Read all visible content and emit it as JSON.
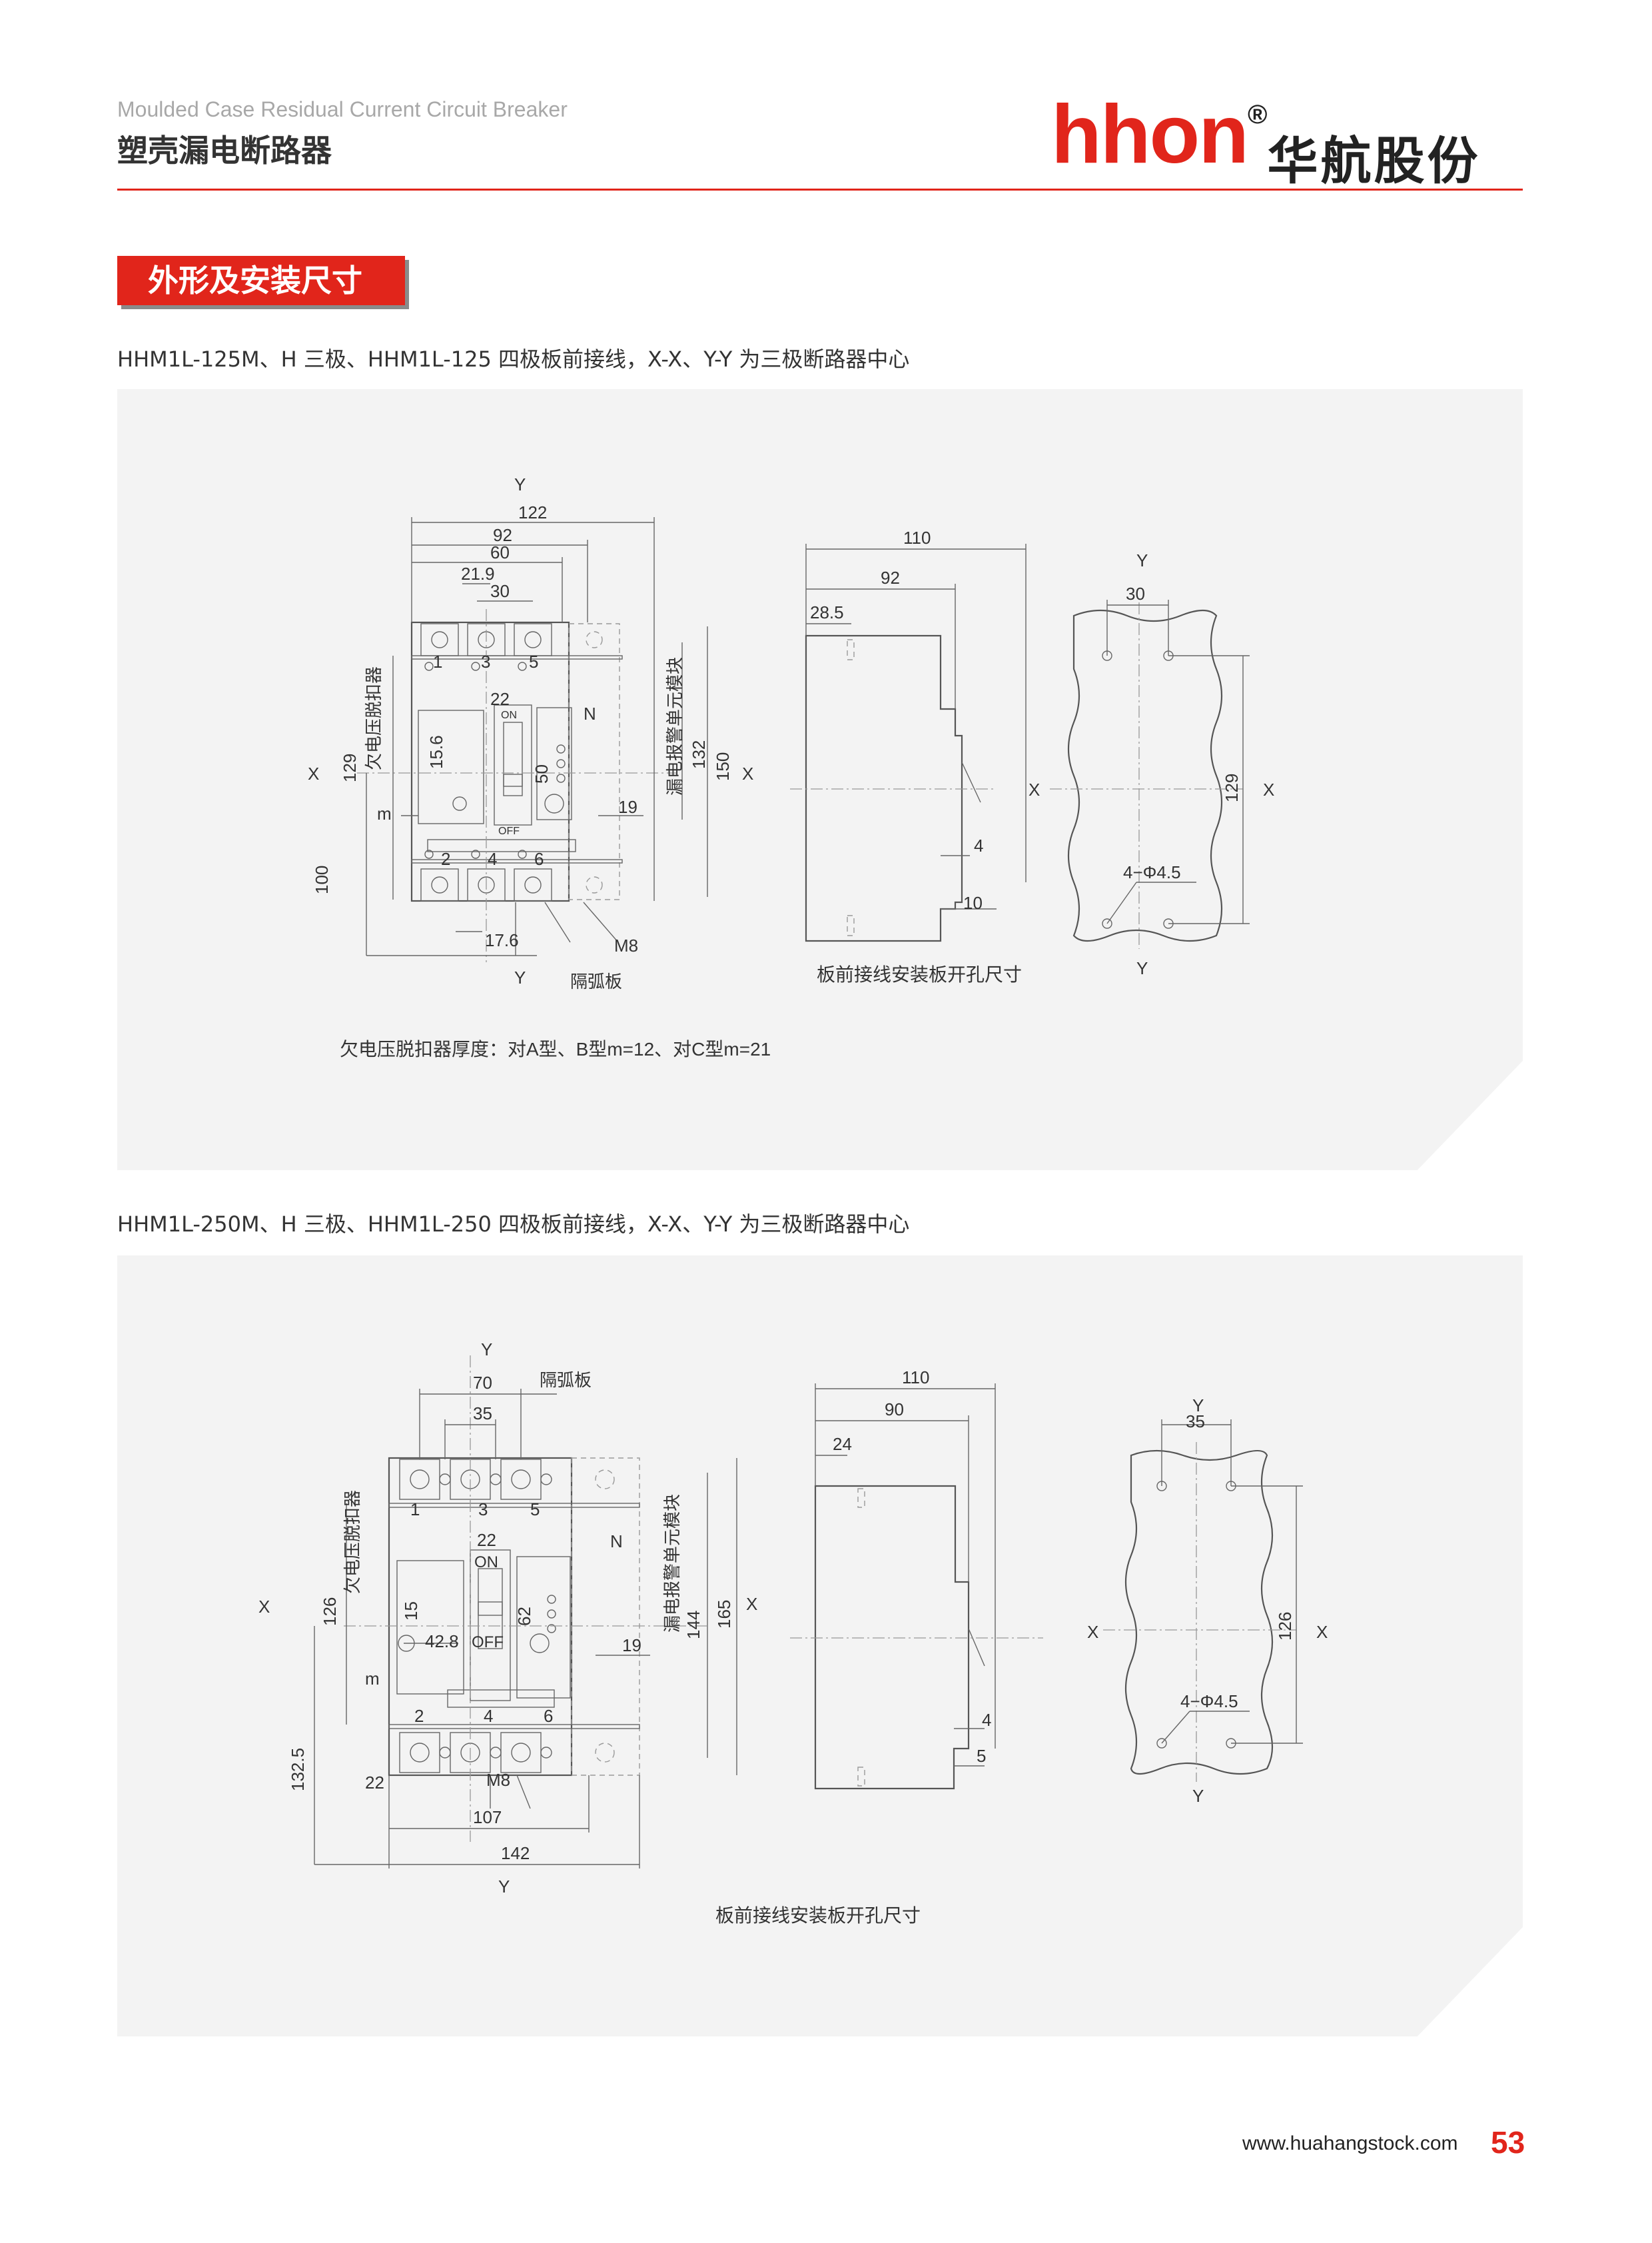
{
  "header": {
    "subtitle_en": "Moulded Case Residual Current Circuit Breaker",
    "title_cn": "塑壳漏电断路器",
    "logo_mark": "hhon",
    "logo_reg": "®",
    "logo_cn": "华航股份"
  },
  "section_title": "外形及安装尺寸",
  "fig1": {
    "caption": "HHM1L-125M、H 三极、HHM1L-125 四极板前接线，X-X、Y-Y 为三极断路器中心",
    "dims": {
      "d122": "122",
      "d92": "92",
      "d60": "60",
      "d21_9": "21.9",
      "d30": "30",
      "d22": "22",
      "d15_6": "15.6",
      "d50": "50",
      "d129": "129",
      "d100": "100",
      "d132": "132",
      "d150": "150",
      "d19": "19",
      "d17_6": "17.6",
      "m8": "M8",
      "m": "m"
    },
    "labels": {
      "y": "Y",
      "x": "X",
      "n": "N",
      "t1": "1",
      "t3": "3",
      "t5": "5",
      "t2": "2",
      "t4": "4",
      "t6": "6",
      "on": "ON",
      "off": "OFF",
      "undervoltage": "欠电压脱扣器",
      "leakage": "漏电报警单元模块",
      "arc": "隔弧板"
    },
    "side": {
      "d110": "110",
      "d92": "92",
      "d28_5": "28.5",
      "d4": "4",
      "d10": "10"
    },
    "cutout": {
      "d30": "30",
      "d129": "129",
      "holes": "4−Φ4.5",
      "caption": "板前接线安装板开孔尺寸"
    },
    "note": "欠电压脱扣器厚度：对A型、B型m=12、对C型m=21"
  },
  "fig2": {
    "caption": "HHM1L-250M、H 三极、HHM1L-250 四极板前接线，X-X、Y-Y 为三极断路器中心",
    "dims": {
      "d70": "70",
      "d35": "35",
      "d22": "22",
      "d15": "15",
      "d62": "62",
      "d42_8": "42.8",
      "d126": "126",
      "d132_5": "132.5",
      "d144": "144",
      "d165": "165",
      "d19": "19",
      "d22b": "22",
      "d107": "107",
      "d142": "142",
      "m8": "M8",
      "m": "m"
    },
    "labels": {
      "y": "Y",
      "x": "X",
      "n": "N",
      "t1": "1",
      "t3": "3",
      "t5": "5",
      "t2": "2",
      "t4": "4",
      "t6": "6",
      "on": "ON",
      "off": "OFF",
      "undervoltage": "欠电压脱扣器",
      "leakage": "漏电报警单元模块",
      "arc": "隔弧板"
    },
    "side": {
      "d110": "110",
      "d90": "90",
      "d24": "24",
      "d4": "4",
      "d5": "5"
    },
    "cutout": {
      "d35": "35",
      "d126": "126",
      "holes": "4−Φ4.5",
      "caption": "板前接线安装板开孔尺寸"
    }
  },
  "footer": {
    "url": "www.huahangstock.com",
    "page": "53"
  }
}
